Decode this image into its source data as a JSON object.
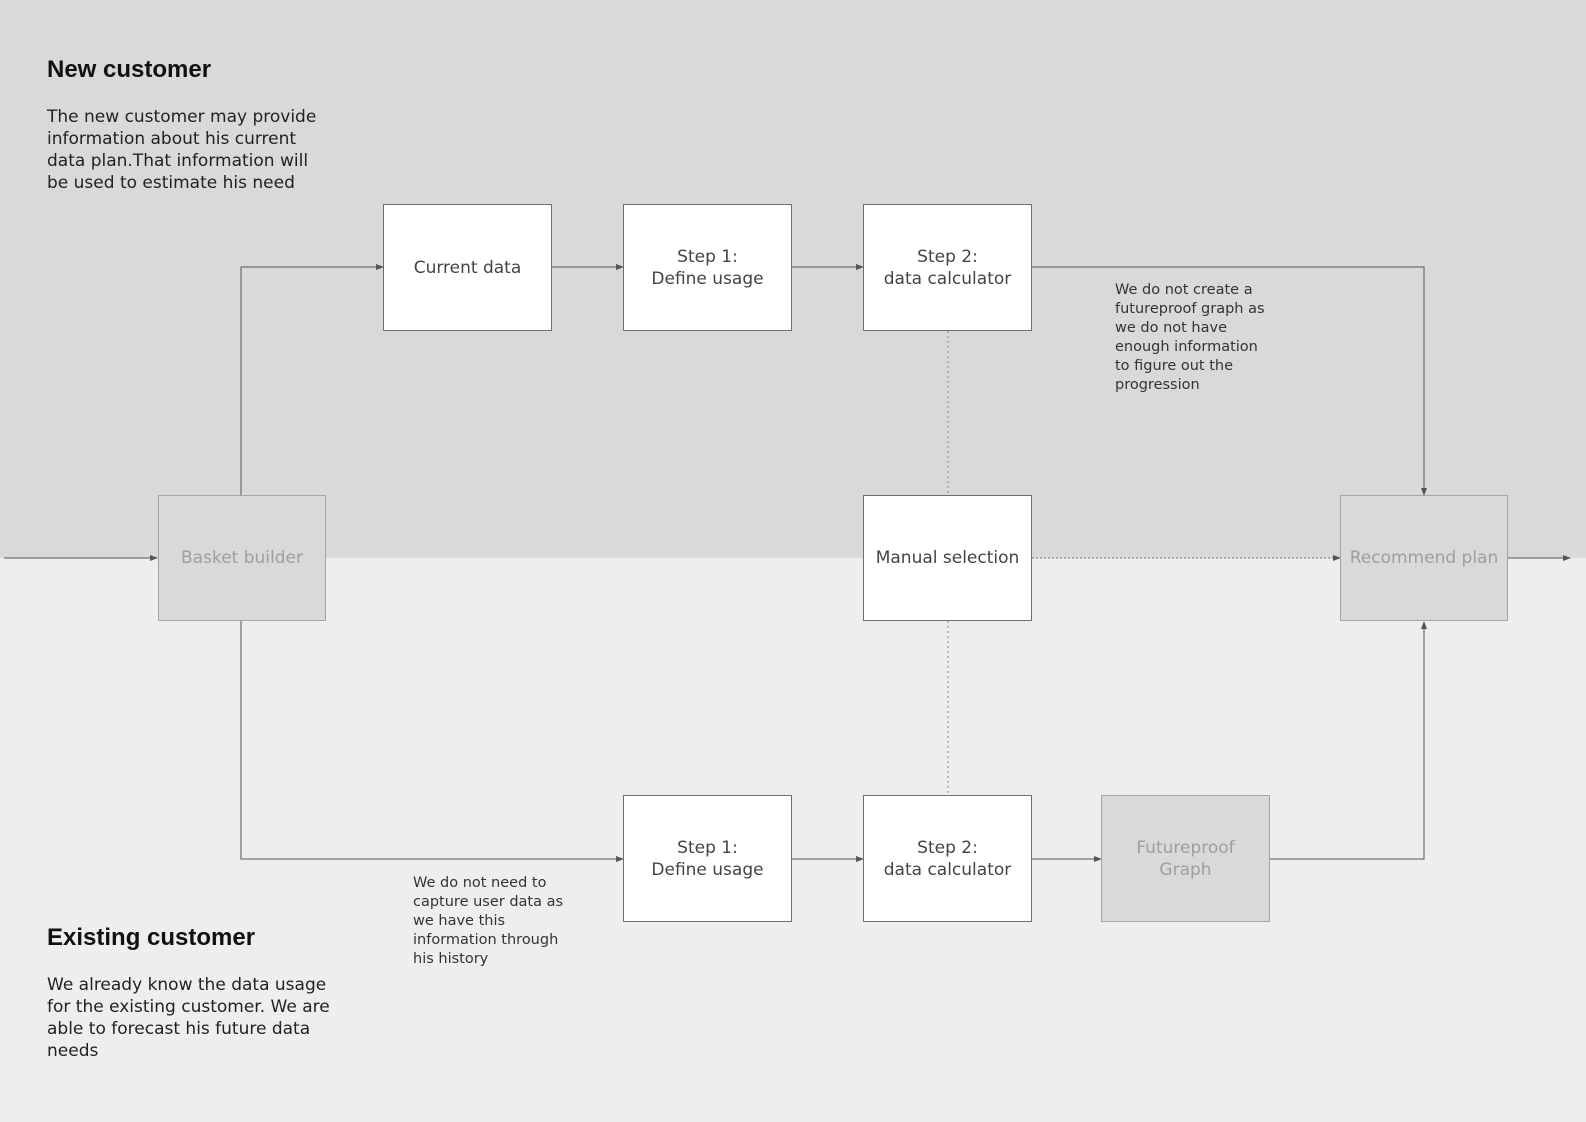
{
  "sections": {
    "new_customer": {
      "title": "New customer",
      "description": "The new customer may provide information about his current data plan.That information will be used to estimate his need"
    },
    "existing_customer": {
      "title": "Existing customer",
      "description": "We already know the data usage for the existing customer. We are able to forecast his future data needs"
    }
  },
  "nodes": {
    "basket_builder": {
      "lines": [
        "Basket builder"
      ]
    },
    "current_data": {
      "lines": [
        "Current data"
      ]
    },
    "new_step1": {
      "lines": [
        "Step 1:",
        "Define usage"
      ]
    },
    "new_step2": {
      "lines": [
        "Step 2:",
        "data calculator"
      ]
    },
    "manual_selection": {
      "lines": [
        "Manual selection"
      ]
    },
    "recommend_plan": {
      "lines": [
        "Recommend plan"
      ]
    },
    "existing_step1": {
      "lines": [
        "Step 1:",
        "Define usage"
      ]
    },
    "existing_step2": {
      "lines": [
        "Step 2:",
        "data calculator"
      ]
    },
    "futureproof_graph": {
      "lines": [
        "Futureproof",
        "Graph"
      ]
    }
  },
  "notes": {
    "no_futureproof": "We do not create a futureproof graph as we do not have enough information to figure out the progression",
    "no_capture": "We do not need to capture user data as we have this information through his history"
  },
  "colors": {
    "band_new": "#d9d9d9",
    "band_existing": "#eeeeee",
    "wire": "#555555",
    "muted_text": "#9e9e9e"
  }
}
